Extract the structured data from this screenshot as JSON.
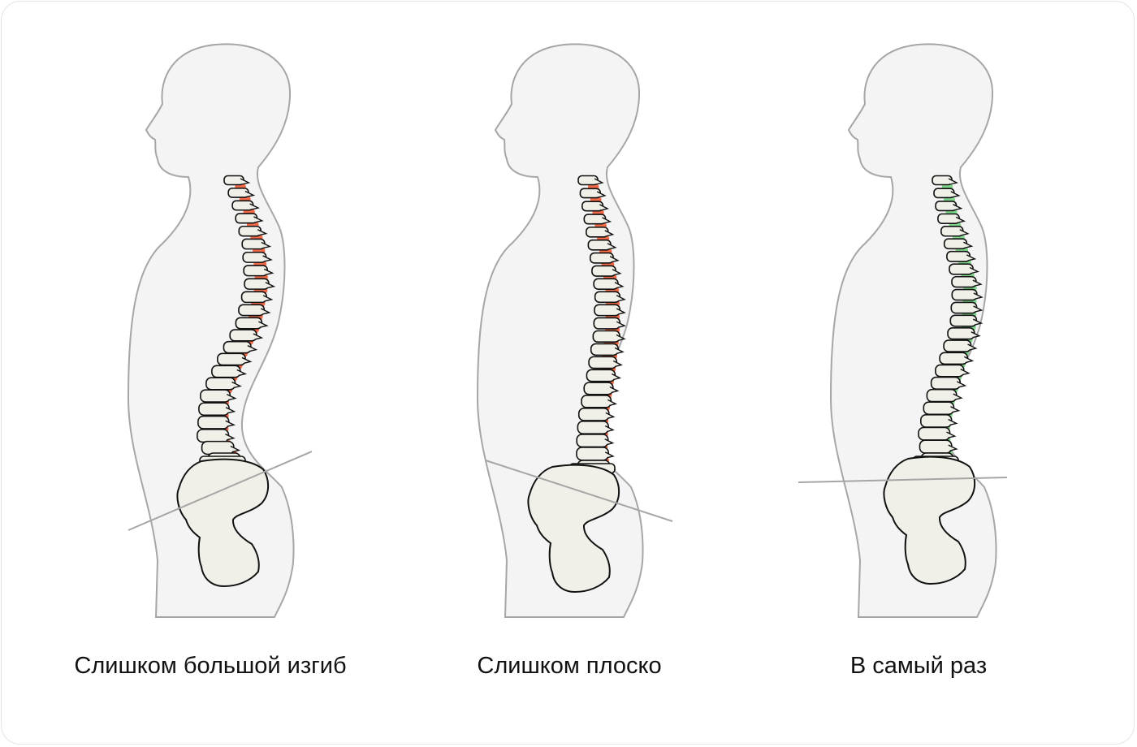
{
  "colors": {
    "silhouette_fill": "#f4f4f4",
    "silhouette_stroke": "#a6a6a6",
    "bone_fill": "#f1f0e8",
    "bone_stroke": "#111111",
    "disc_bad": "#f26a47",
    "disc_good": "#7fd68a",
    "tilt_line": "#a6a6a6"
  },
  "panels": [
    {
      "caption": "Слишком большой изгиб",
      "disc_color": "disc_bad"
    },
    {
      "caption": "Слишком плоско",
      "disc_color": "disc_bad"
    },
    {
      "caption": "В самый раз",
      "disc_color": "disc_good"
    }
  ]
}
